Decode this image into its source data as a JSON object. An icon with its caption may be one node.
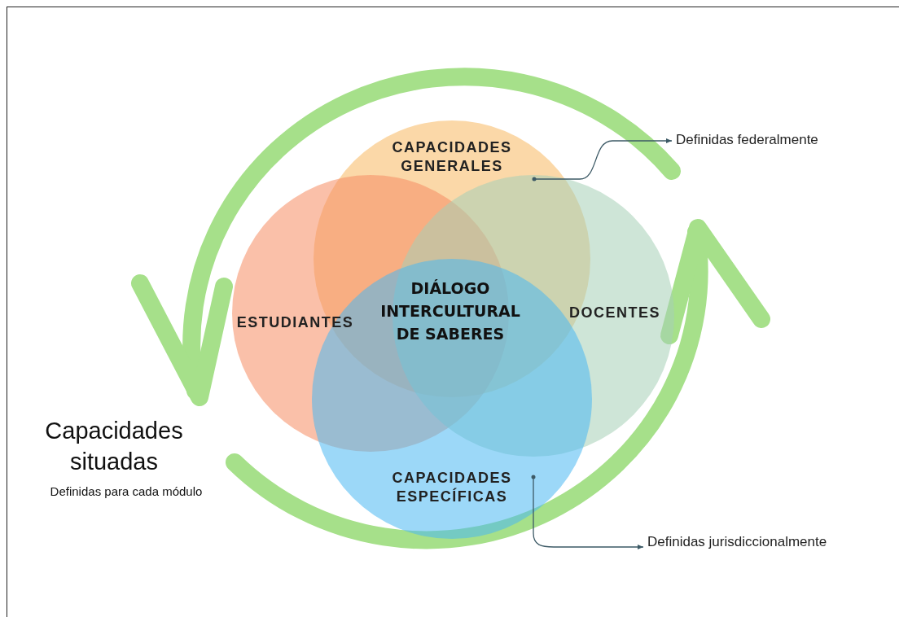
{
  "diagram": {
    "nodes": [
      {
        "text": [
          "CAPACIDADES GENERALES"
        ]
      },
      {
        "text": [
          "ESTUDIANTES"
        ]
      },
      {
        "text": [
          "DOCENTES"
        ]
      },
      {
        "text": [
          "CAPACIDADES ESPECÍFICAS"
        ]
      },
      {
        "text": [
          "Definidas federalmente"
        ]
      },
      {
        "text": [
          "Definidas jurisdiccionalmente"
        ]
      }
    ],
    "edges": [
      {
        "from": 0,
        "to": 4,
        "arrow": "to"
      },
      {
        "from": 3,
        "to": 5,
        "arrow": "to"
      }
    ],
    "labels": [
      "DIÁLOGO INTERCULTURAL DE SABERES",
      "Capacidades situadas",
      "Definidas para cada módulo"
    ]
  }
}
